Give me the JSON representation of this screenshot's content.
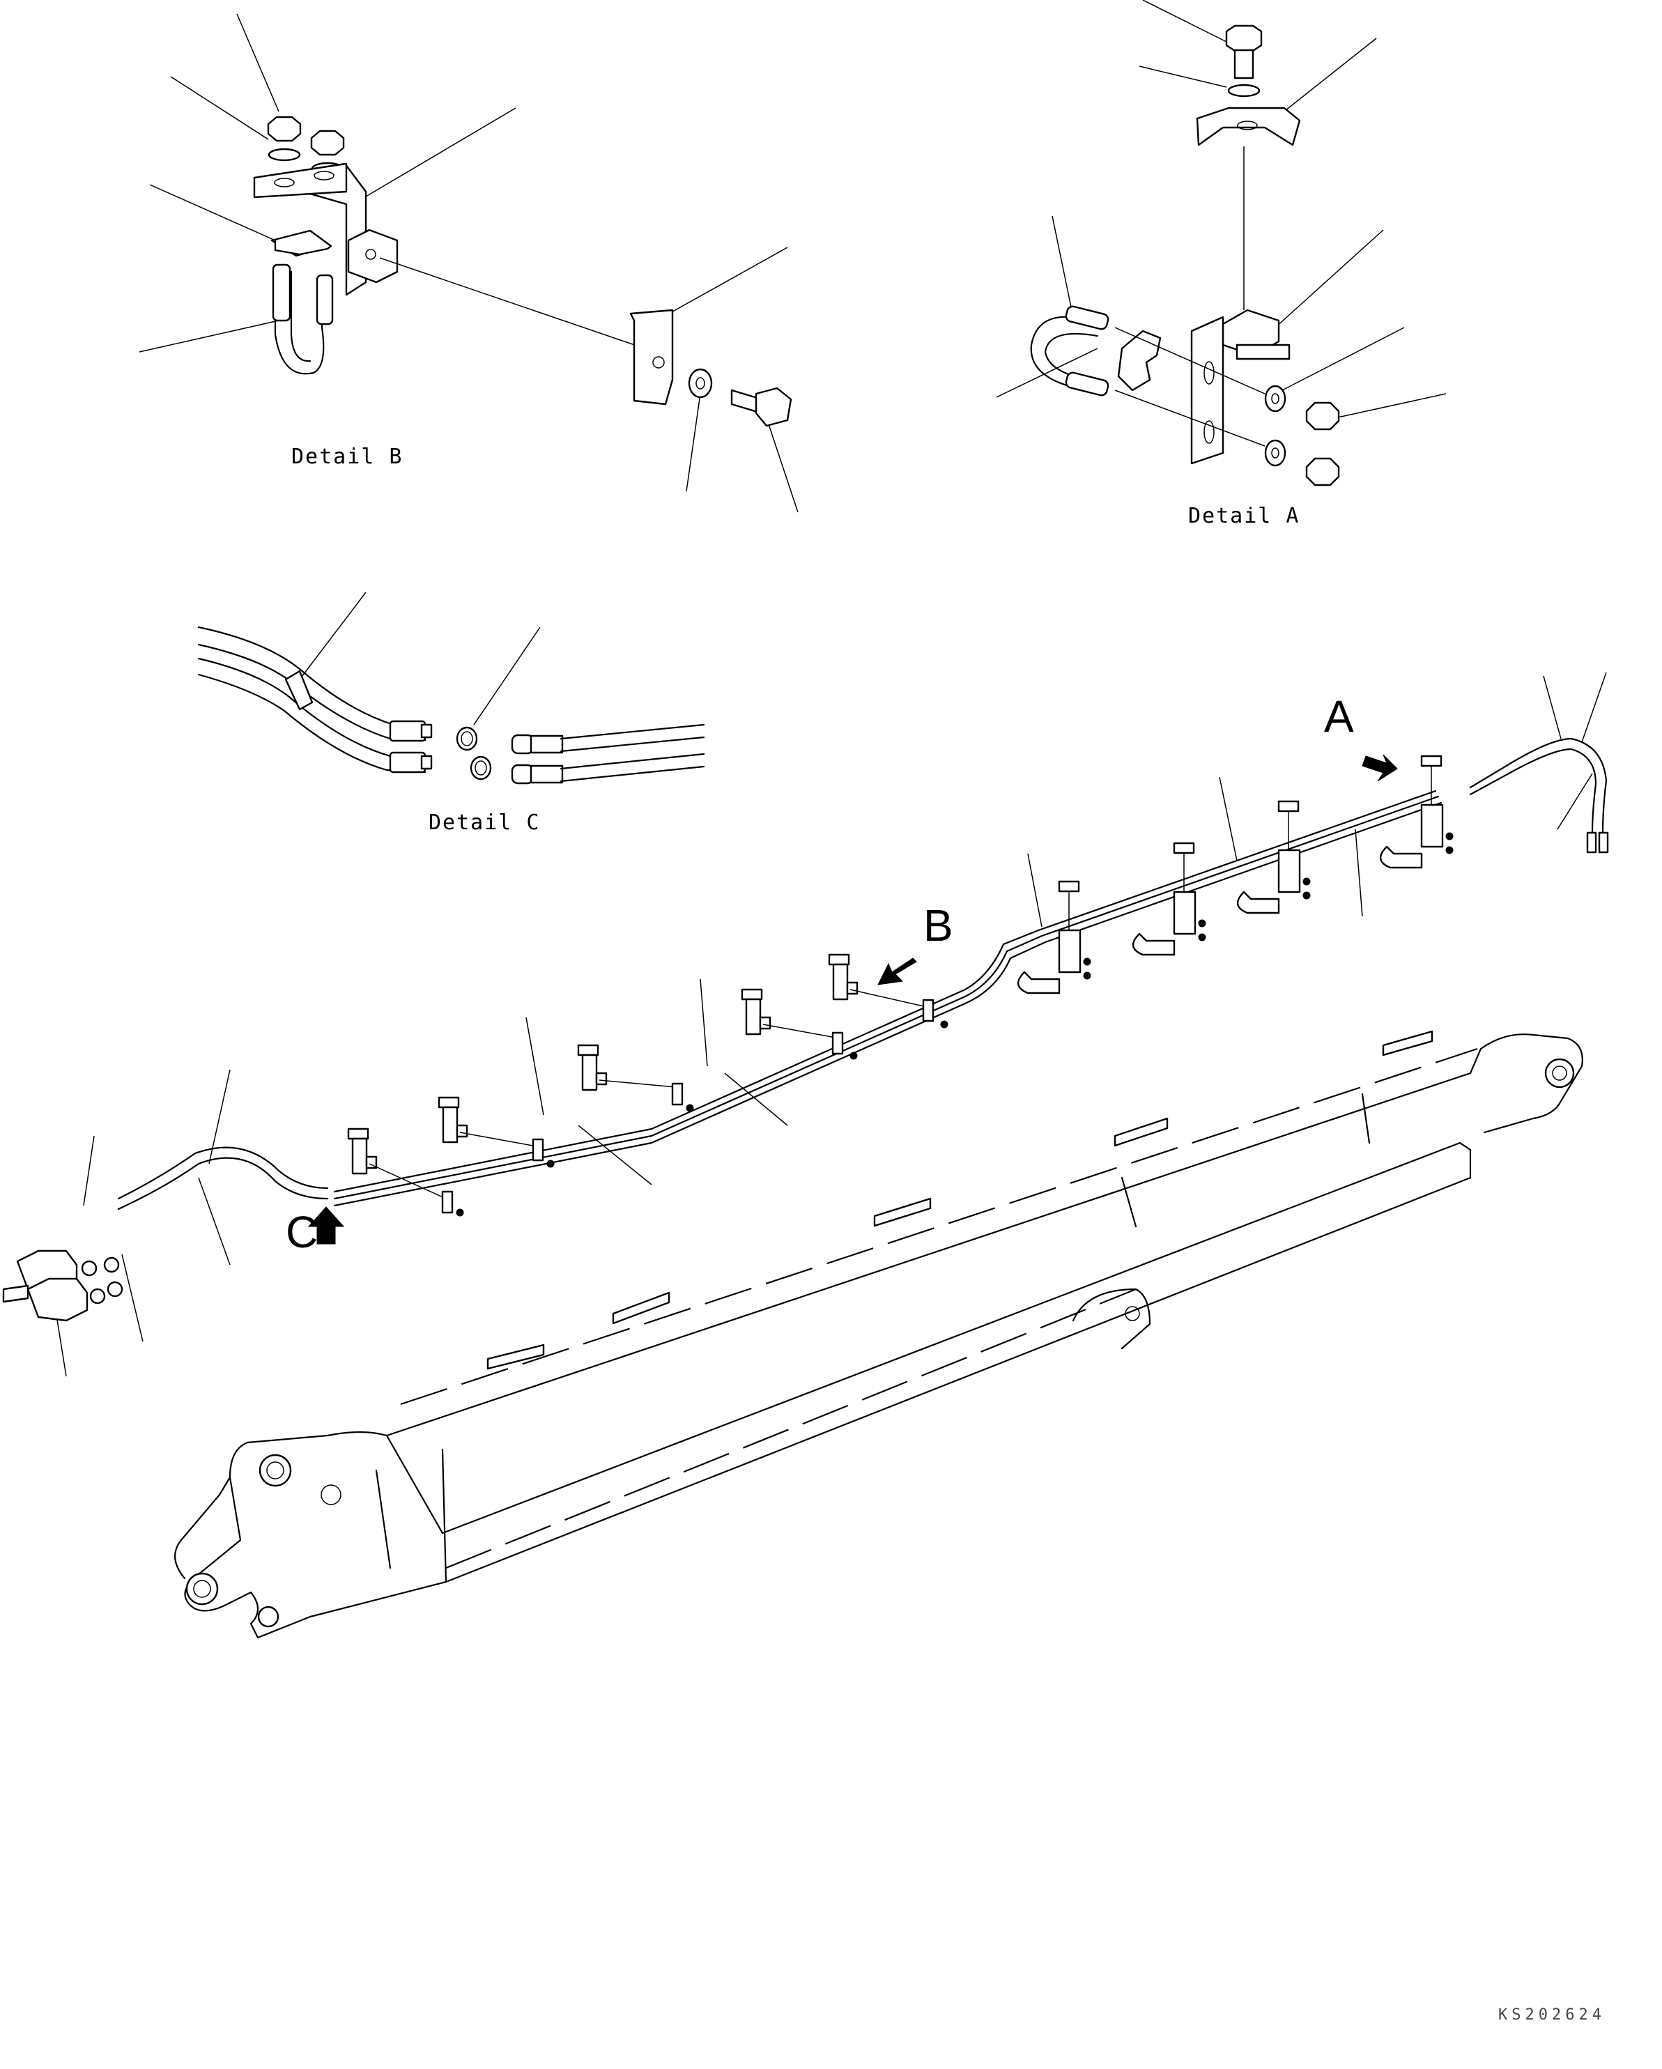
{
  "details": {
    "a_caption": "Detail A",
    "b_caption": "Detail B",
    "c_caption": "Detail C"
  },
  "markers": {
    "a": "A",
    "b": "B",
    "c": "C"
  },
  "document": {
    "code": "KS202624"
  }
}
